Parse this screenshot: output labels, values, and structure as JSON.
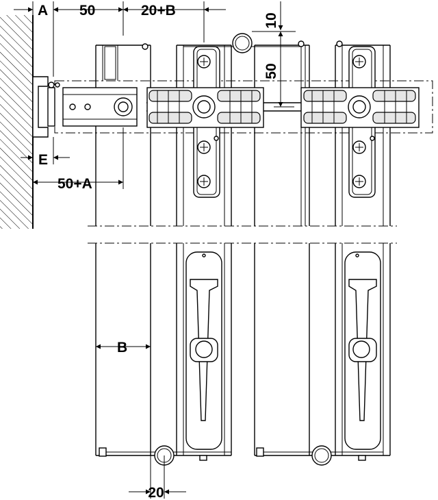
{
  "dimensions": {
    "a": "A",
    "d50_top": "50",
    "d20b": "20+B",
    "d10": "10",
    "d50_vert": "50",
    "e": "E",
    "d50a": "50+A",
    "b": "B",
    "d20_bottom": "20"
  },
  "colors": {
    "line": "#000000",
    "background": "#ffffff",
    "fill": "#e6e6e6"
  }
}
